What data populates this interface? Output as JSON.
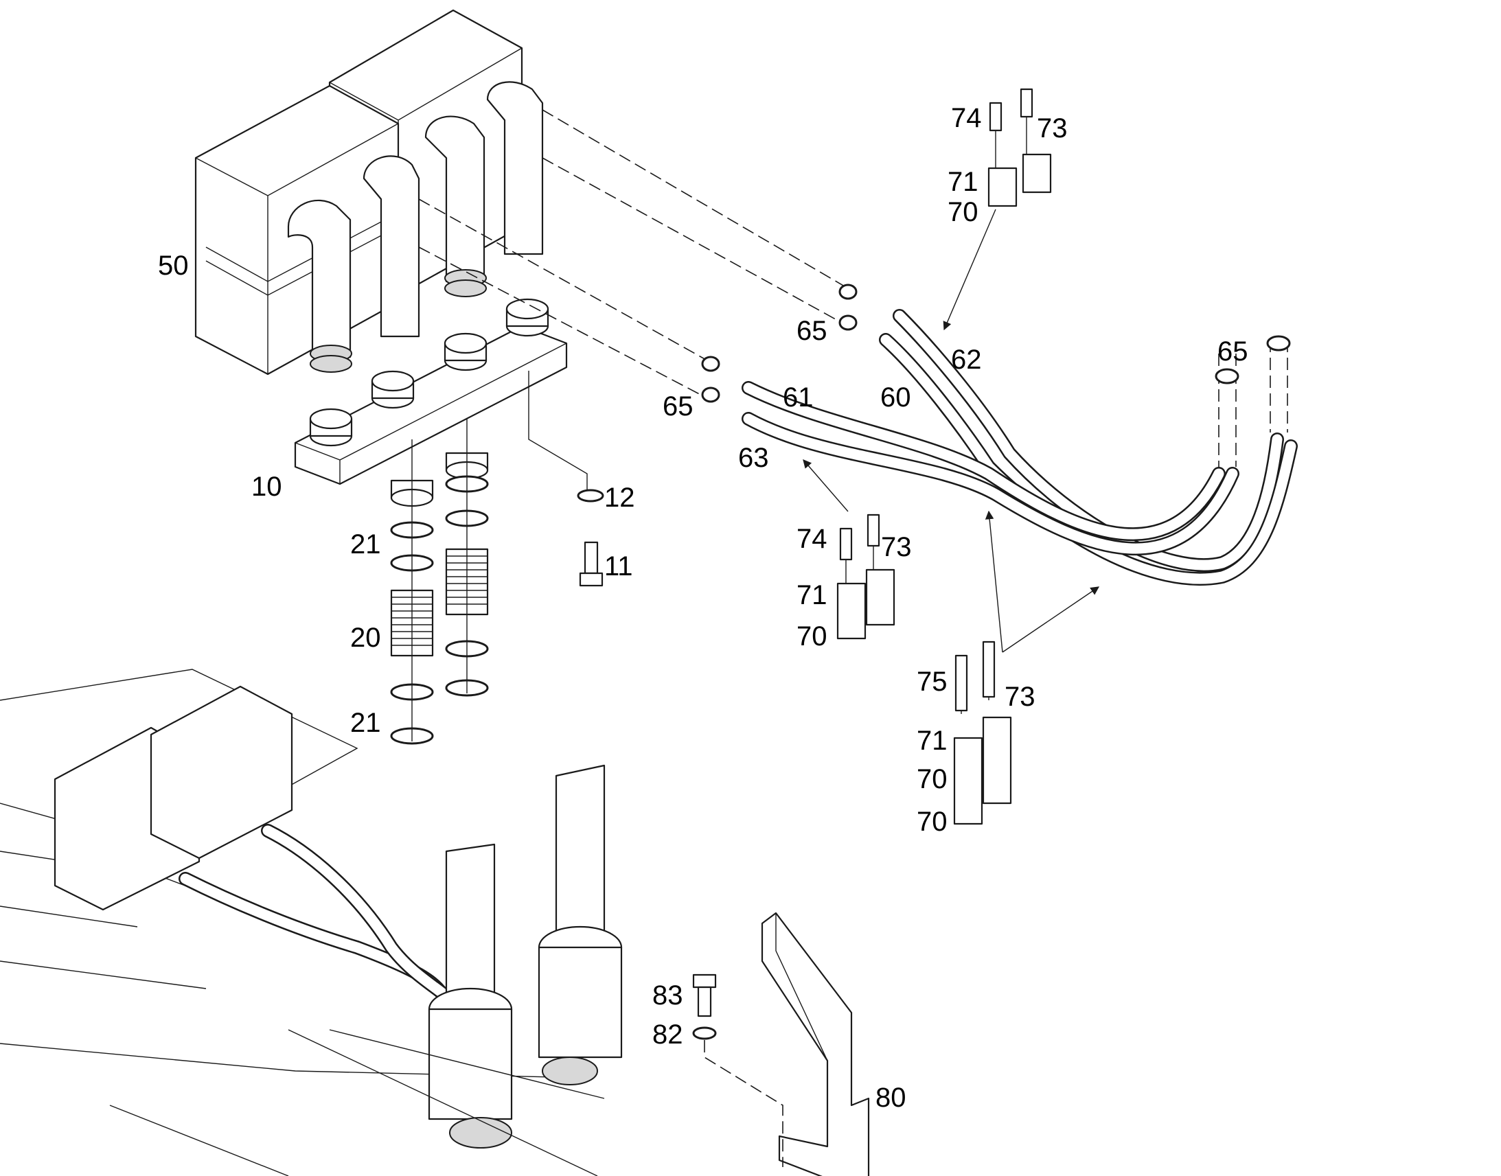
{
  "diagram": {
    "callouts": {
      "c10": "10",
      "c11": "11",
      "c12": "12",
      "c20": "20",
      "c21a": "21",
      "c21b": "21",
      "c50": "50",
      "c60": "60",
      "c61": "61",
      "c62": "62",
      "c63": "63",
      "c65a": "65",
      "c65b": "65",
      "c65c": "65",
      "c70a": "70",
      "c70b": "70",
      "c70c": "70",
      "c70d": "70",
      "c71a": "71",
      "c71b": "71",
      "c71c": "71",
      "c73a": "73",
      "c73b": "73",
      "c73c": "73",
      "c74a": "74",
      "c74b": "74",
      "c75": "75",
      "c80": "80",
      "c82": "82",
      "c83": "83"
    }
  }
}
